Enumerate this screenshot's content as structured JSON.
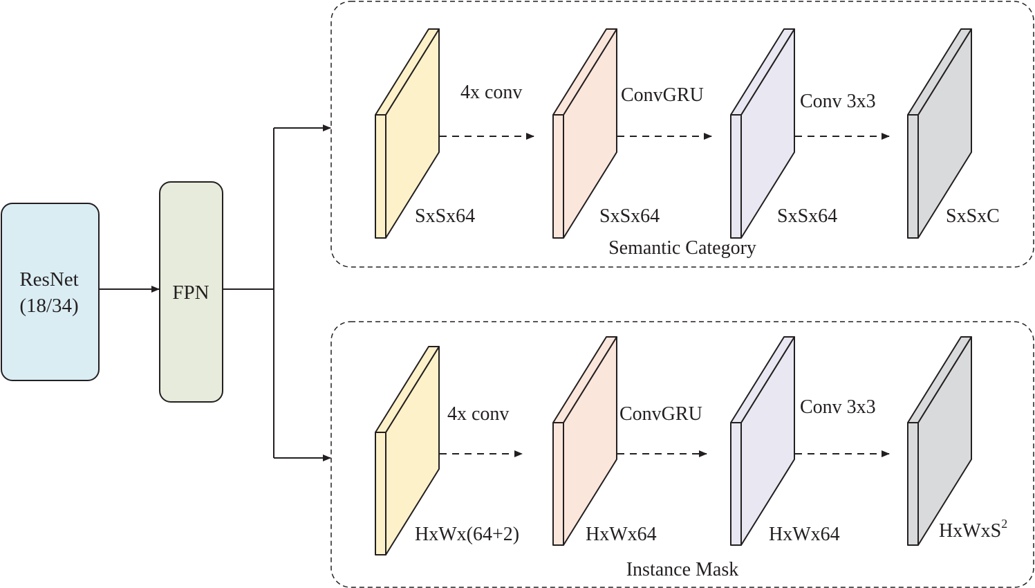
{
  "backbone": {
    "resnet_line1": "ResNet",
    "resnet_line2": "(18/34)",
    "fpn": "FPN"
  },
  "semantic_branch": {
    "title": "Semantic Category",
    "ops": [
      "4x conv",
      "ConvGRU",
      "Conv 3x3"
    ],
    "shapes": [
      "SxSx64",
      "SxSx64",
      "SxSx64",
      "SxSxC"
    ]
  },
  "mask_branch": {
    "title": "Instance Mask",
    "ops": [
      "4x conv",
      "ConvGRU",
      "Conv 3x3"
    ],
    "shapes": [
      "HxWx(64+2)",
      "HxWx64",
      "HxWx64"
    ],
    "last_shape_base": "HxWxS",
    "last_shape_sup": "2"
  },
  "colors": {
    "resnet_fill": "#daedf3",
    "fpn_fill": "#e6ebdb",
    "tensor_yellow": "#fdf1c9",
    "tensor_peach": "#fbe6dc",
    "tensor_lavender": "#e9e7f1",
    "tensor_gray": "#d9dadb",
    "stroke": "#231f20"
  }
}
